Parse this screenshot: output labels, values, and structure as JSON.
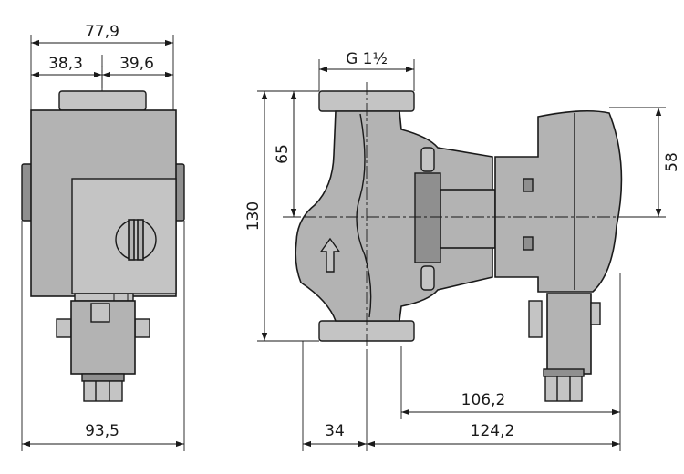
{
  "dimensions": {
    "overall_width_top": "77,9",
    "left_part_width": "38,3",
    "right_part_width": "39,6",
    "overall_width_bottom": "93,5",
    "thread": "G 1½",
    "length_130": "130",
    "half_length": "65",
    "motor_height": "58",
    "motor_depth": "106,2",
    "total_depth": "124,2",
    "flange_offset": "34"
  },
  "colors": {
    "body": "#b3b3b3",
    "line": "#1a1a1a",
    "background": "#ffffff"
  }
}
